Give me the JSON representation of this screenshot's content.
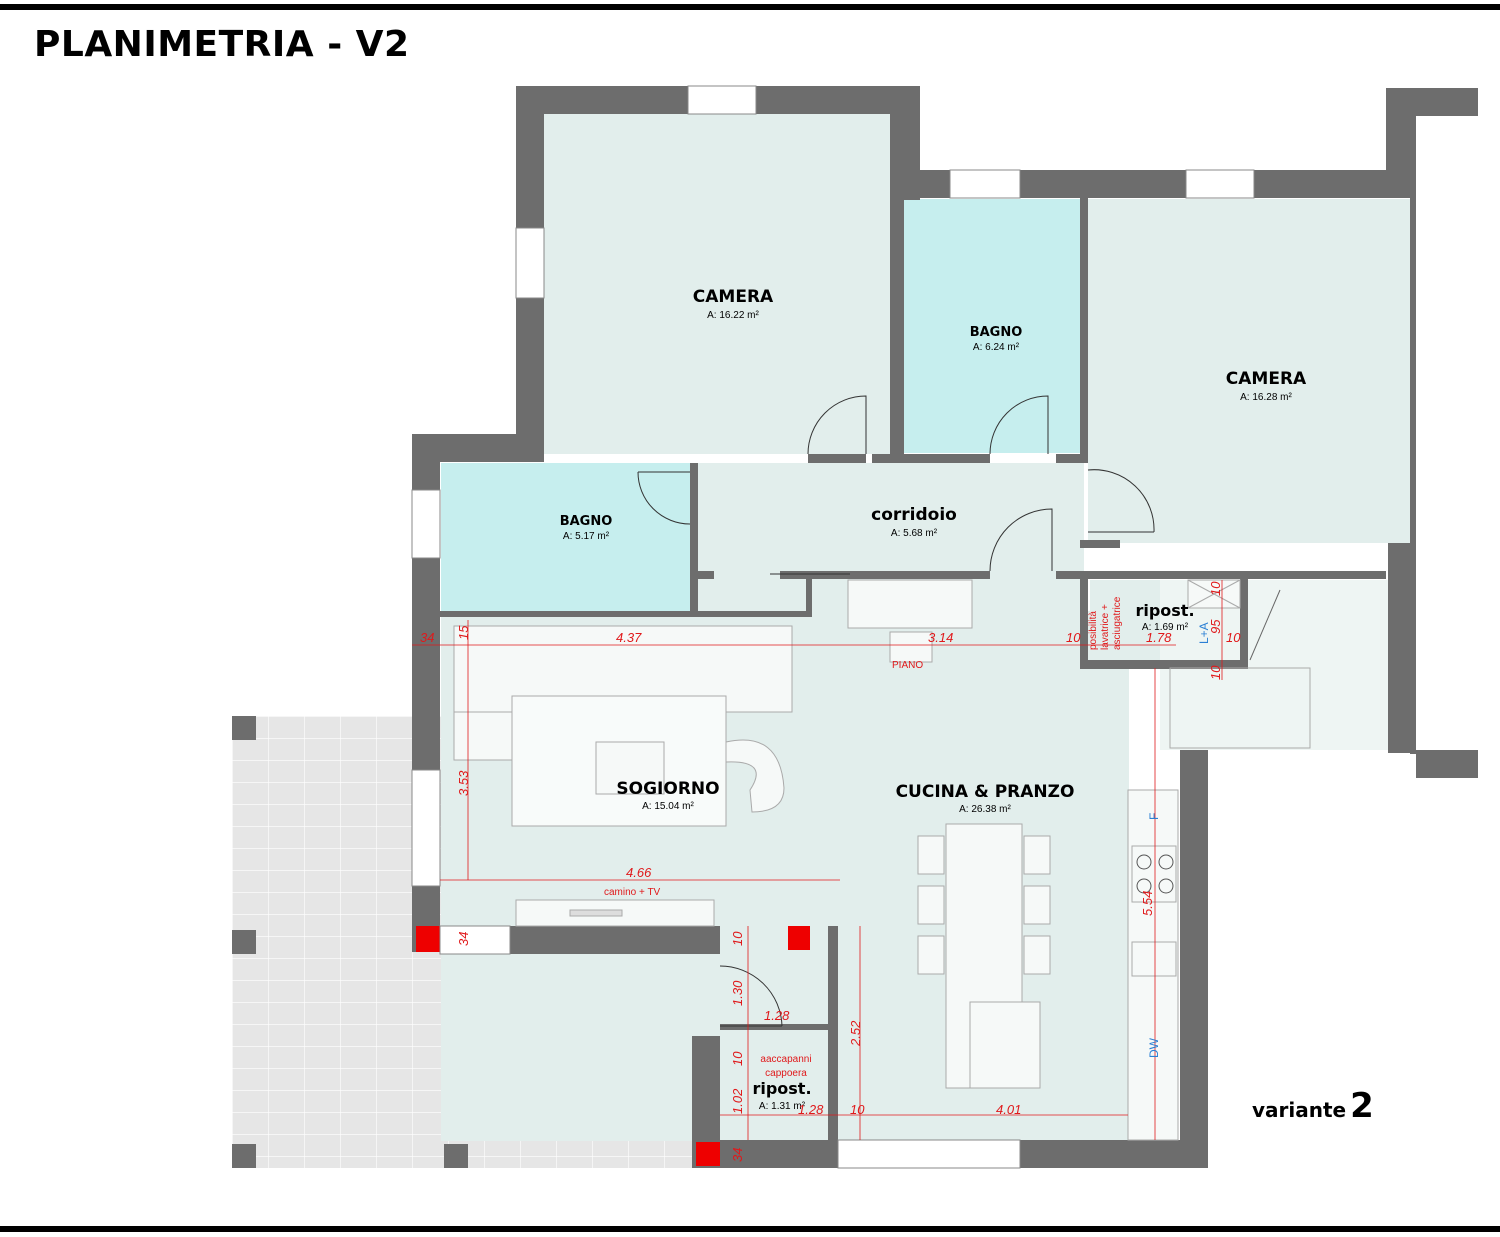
{
  "title": "PLANIMETRIA - V2",
  "variant": {
    "label": "variante",
    "number": "2"
  },
  "rooms": {
    "camera_left": {
      "name": "CAMERA",
      "area": "A: 16.22 m²"
    },
    "bagno_top": {
      "name": "BAGNO",
      "area": "A: 6.24 m²"
    },
    "camera_right": {
      "name": "CAMERA",
      "area": "A: 16.28 m²"
    },
    "bagno_left": {
      "name": "BAGNO",
      "area": "A: 5.17 m²"
    },
    "corridoio": {
      "name": "corridoio",
      "area": "A: 5.68 m²"
    },
    "ripost_top": {
      "name": "ripost.",
      "area": "A: 1.69 m²"
    },
    "soggiorno": {
      "name": "SOGIORNO",
      "area": "A: 15.04 m²"
    },
    "cucina": {
      "name": "CUCINA & PRANZO",
      "area": "A: 26.38 m²"
    },
    "ripost_bottom": {
      "name": "ripost.",
      "area": "A: 1.31 m²"
    }
  },
  "dimensions": {
    "d34_left": "34",
    "d15": "15",
    "d437": "4.37",
    "d314": "3.14",
    "d10_a": "10",
    "d178": "1.78",
    "d10_b": "10",
    "d95": "95",
    "d10_c": "10",
    "d10_d": "10",
    "d353": "3.53",
    "d466": "4.66",
    "d34_mid": "34",
    "d10_e": "10",
    "d130": "1.30",
    "d128_a": "1.28",
    "d252": "2.52",
    "d10_f": "10",
    "d102": "1.02",
    "d128_b": "1.28",
    "d10_g": "10",
    "d401": "4.01",
    "d34_bot": "34",
    "d554": "5.54"
  },
  "notes": {
    "piano": "PIANO",
    "camino": "camino + TV",
    "lavatrice_1": "posibilità",
    "lavatrice_2": "lavatrice +",
    "lavatrice_3": "asciugatrice",
    "accappatoio_1": "aaccapanni",
    "accappatoio_2": "cappoera"
  },
  "appliances": {
    "fridge": "F",
    "dishwasher": "DW",
    "washer": "L+A"
  },
  "colors": {
    "wall": "#6d6d6d",
    "room_fill": "#e2eeec",
    "bath_fill": "#c6eeee",
    "dimension": "#e0191b",
    "terrace": "#e6e6e6"
  }
}
